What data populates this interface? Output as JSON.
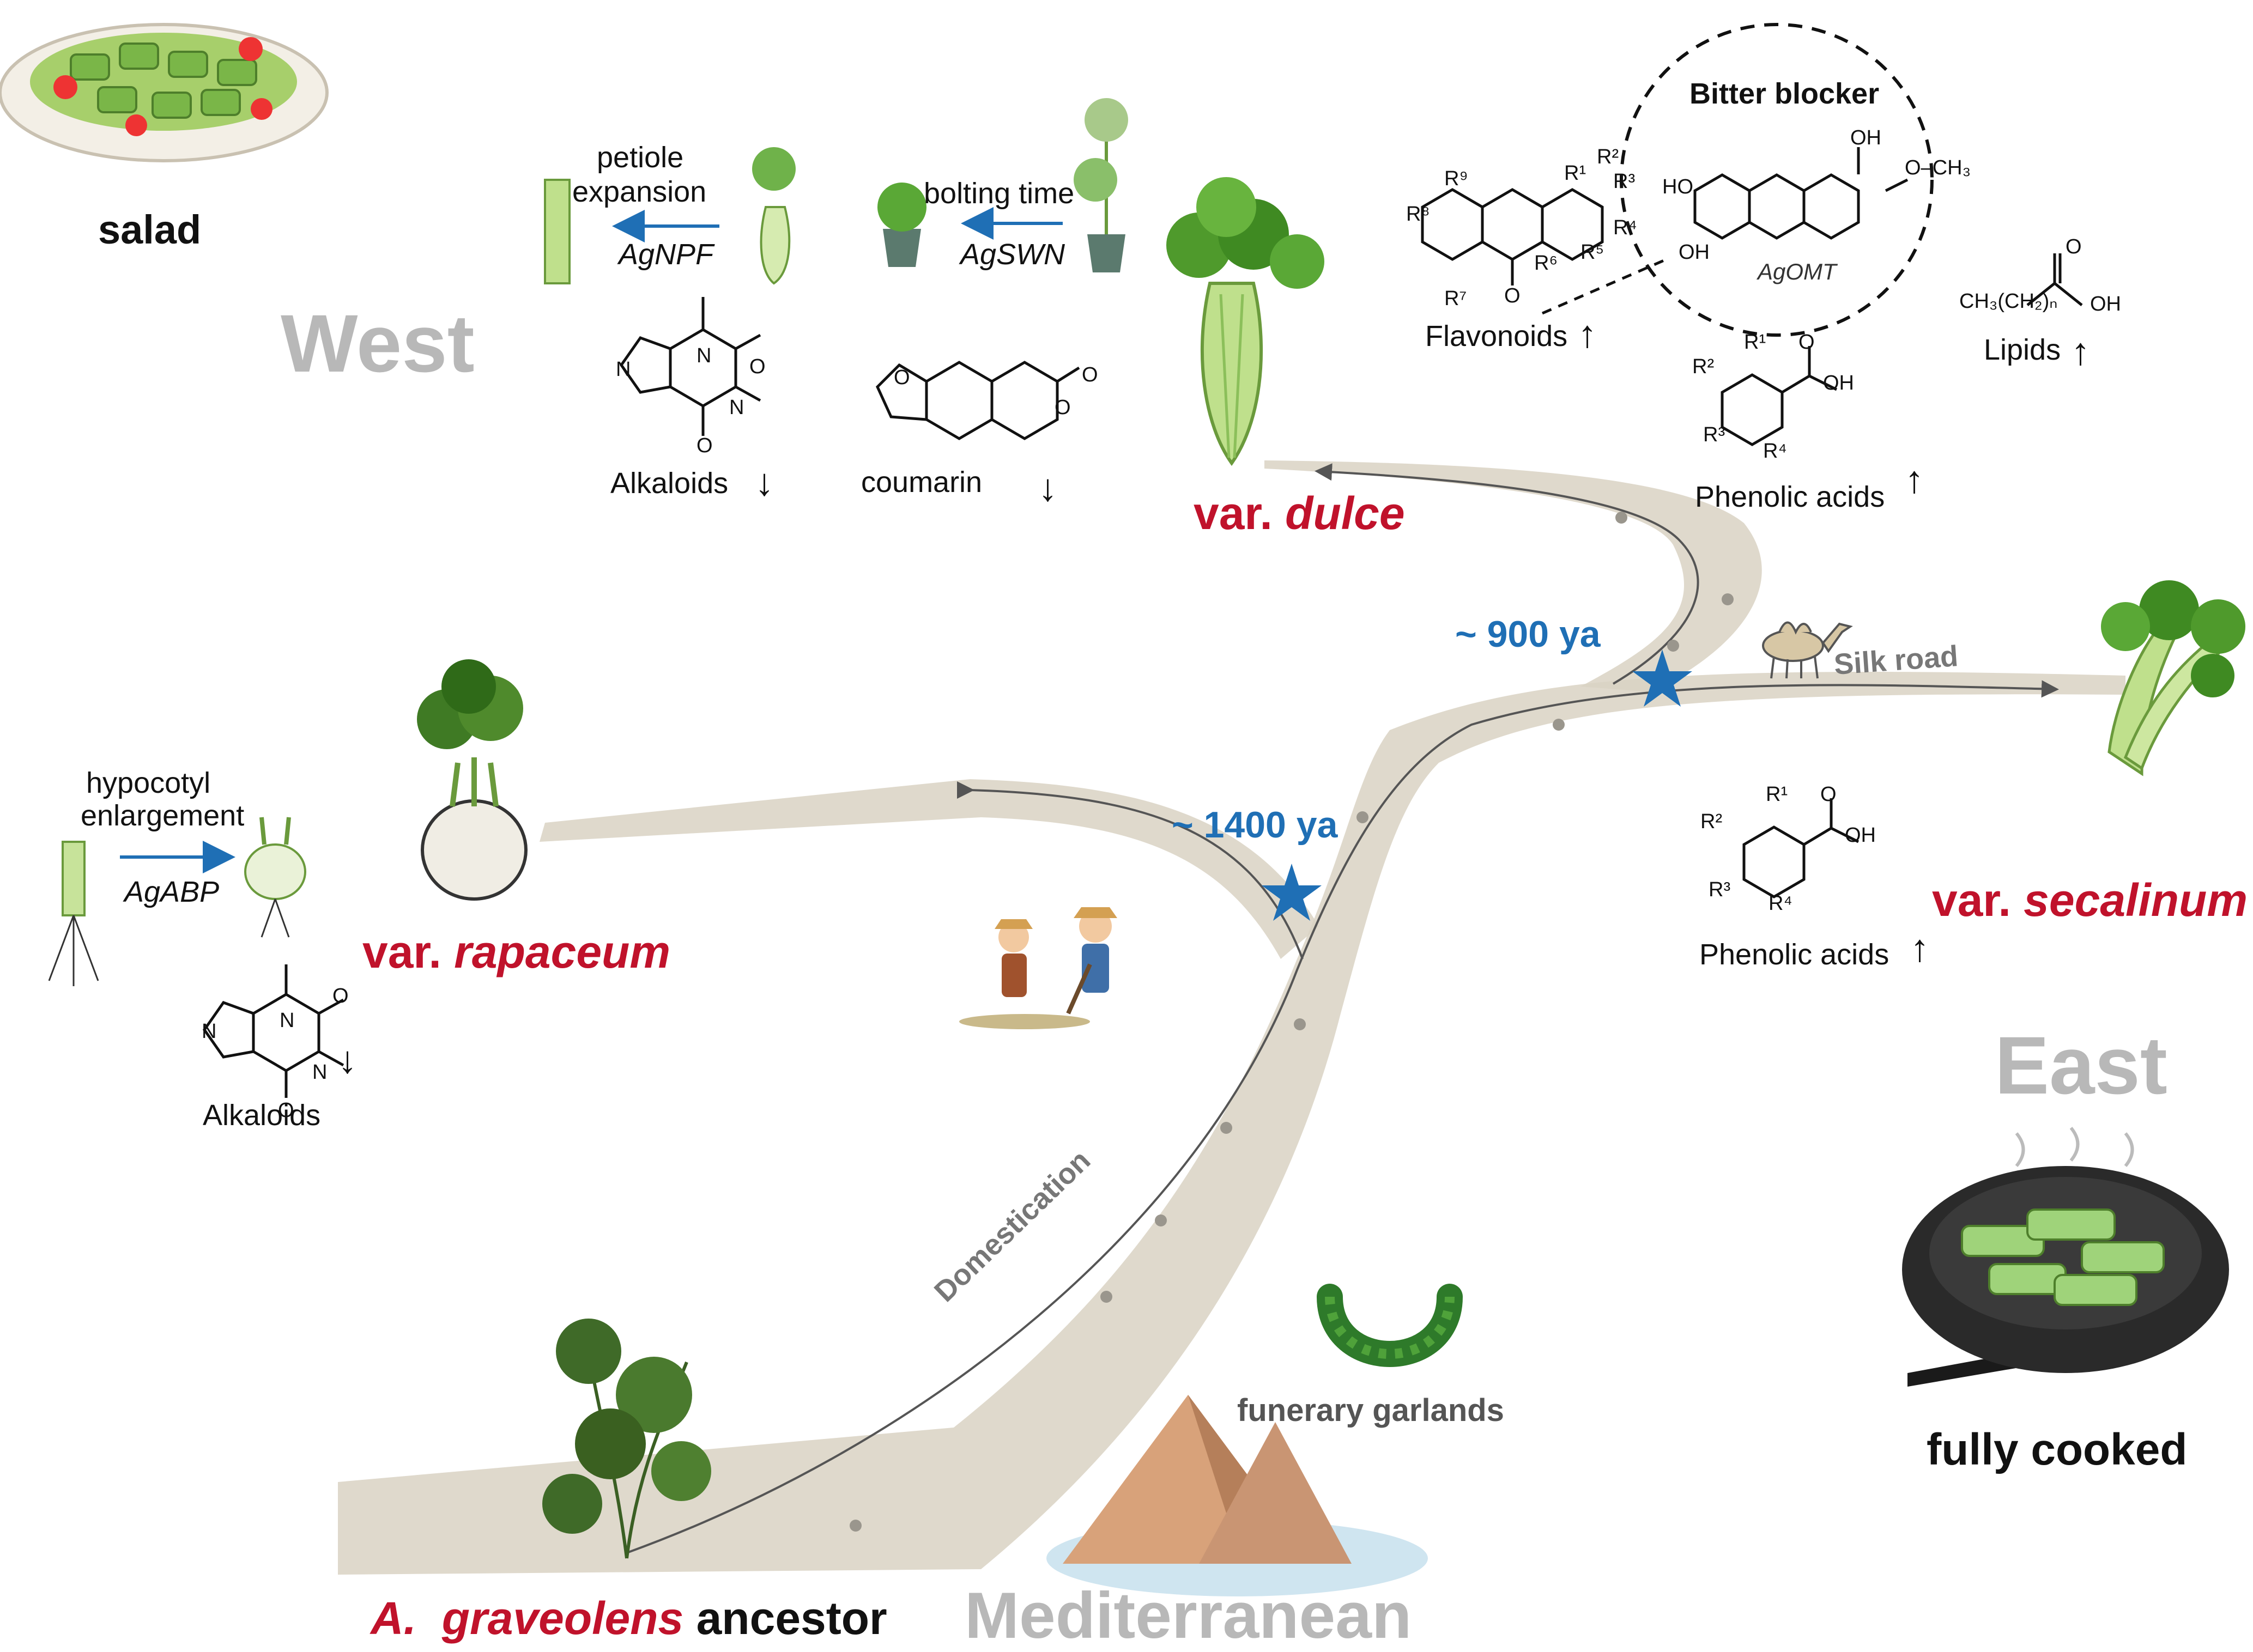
{
  "regions": {
    "west": "West",
    "east": "East",
    "mediterranean": "Mediterranean"
  },
  "food": {
    "salad": "salad",
    "cooked": "fully cooked"
  },
  "varieties": {
    "dulce": {
      "prefix": "var. ",
      "name": "dulce"
    },
    "rapaceum": {
      "prefix": "var. ",
      "name": "rapaceum"
    },
    "secalinum": {
      "prefix": "var. ",
      "name": "secalinum"
    },
    "ancestor": {
      "genus": "A.",
      "species": "graveolens",
      "suffix": " ancestor"
    }
  },
  "timeline": {
    "split_late": "~ 900 ya",
    "split_early": "~ 1400 ya"
  },
  "paths": {
    "domestication": "Domestication",
    "silk_road": "Silk road",
    "garlands": "funerary garlands"
  },
  "traits": {
    "petiole": {
      "line1": "petiole",
      "line2": "expansion",
      "gene": "AgNPF"
    },
    "bolting": {
      "label": "bolting time",
      "gene": "AgSWN"
    },
    "hypocotyl": {
      "line1": "hypocotyl",
      "line2": "enlargement",
      "gene": "AgABP"
    }
  },
  "metabolites": {
    "west_alkaloids": {
      "label": "Alkaloids",
      "arrow": "↓"
    },
    "coumarin": {
      "label": "coumarin",
      "arrow": "↓"
    },
    "flavonoids": {
      "label": "Flavonoids",
      "arrow": "↑"
    },
    "bitter_blocker": {
      "title": "Bitter blocker",
      "gene": "AgOMT"
    },
    "lipids": {
      "label": "Lipids",
      "arrow": "↑",
      "formula": "CH₃(CH₂)ₙ"
    },
    "phenolic_dulce": {
      "label": "Phenolic acids",
      "arrow": "↑"
    },
    "phenolic_secalinum": {
      "label": "Phenolic acids",
      "arrow": "↑"
    },
    "rapaceum_alkaloids": {
      "label": "Alkaloids",
      "arrow": "↓"
    }
  },
  "chem_atoms": {
    "N": "N",
    "O": "O",
    "OH": "OH",
    "HO": "HO",
    "O_CH3": "O–CH₃",
    "R1": "R¹",
    "R2": "R²",
    "R3": "R³",
    "R4": "R⁴",
    "R5": "R⁵",
    "R6": "R⁶",
    "R7": "R⁷",
    "R8": "R⁸",
    "R9": "R⁹"
  },
  "colors": {
    "variety": "#c0122b",
    "accent_blue": "#1f6fb5",
    "region_grey": "#b8b8b8",
    "road": "#d9d2c3"
  }
}
